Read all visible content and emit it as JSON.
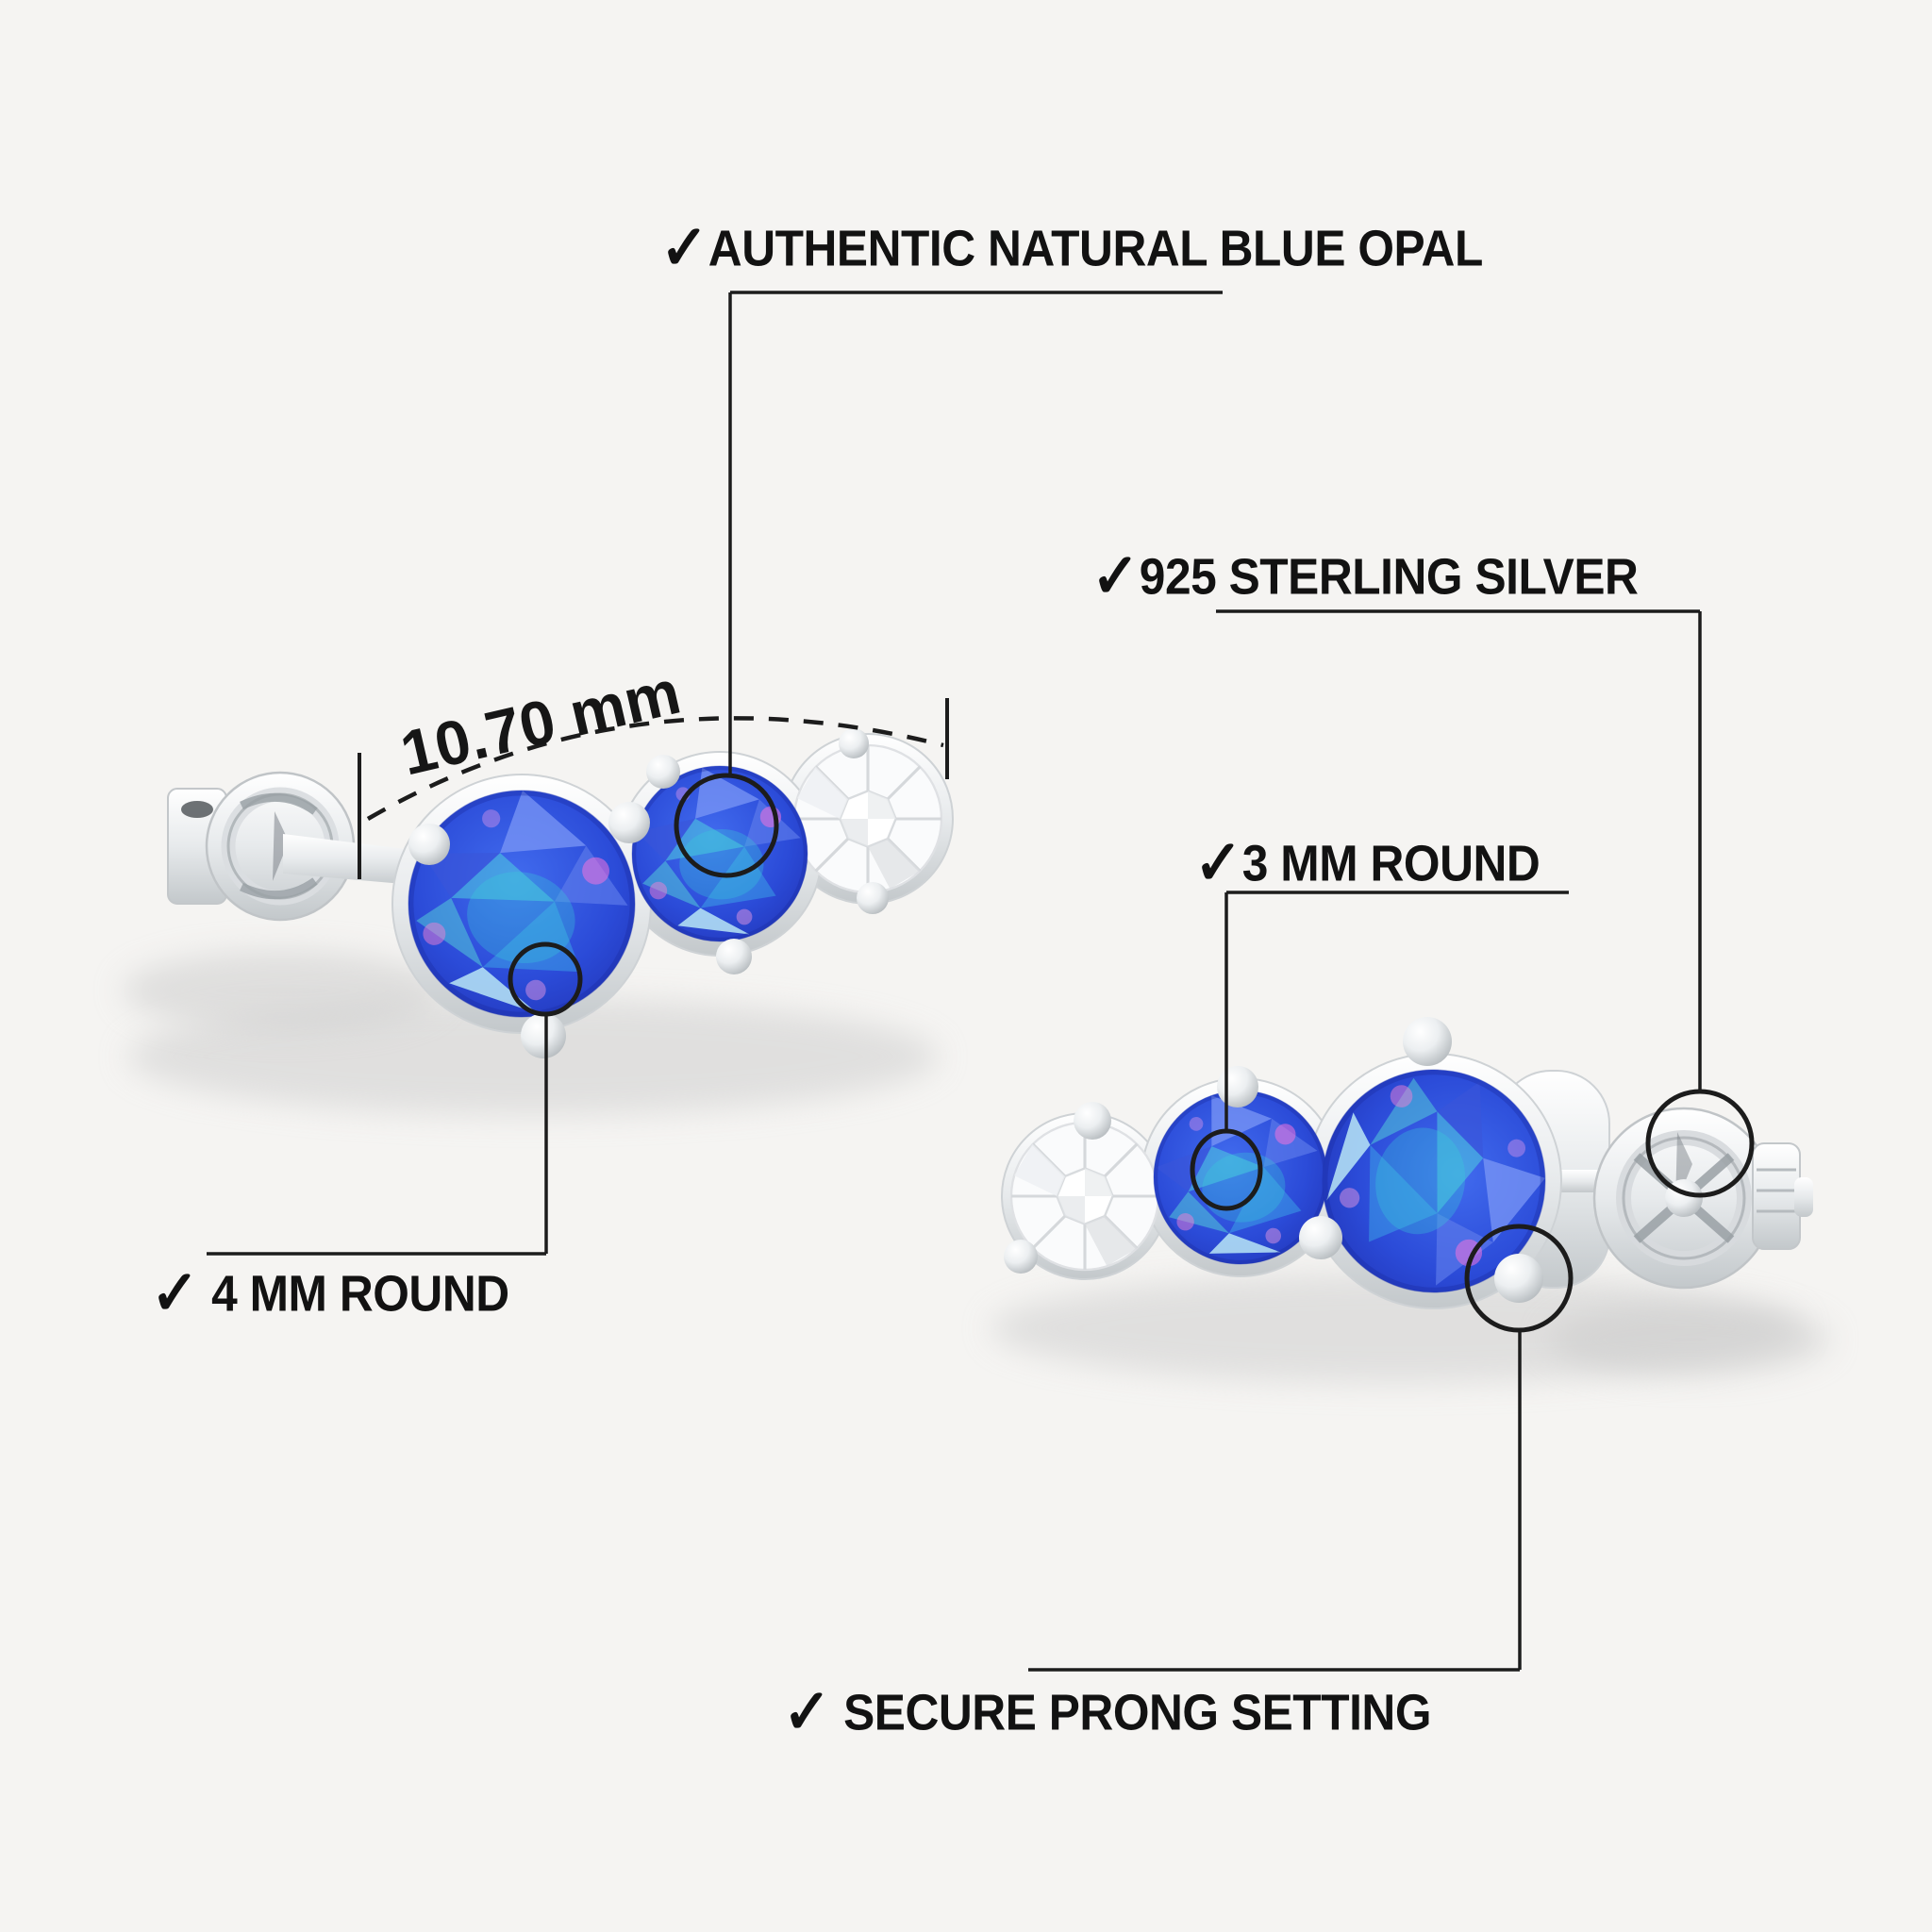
{
  "page": {
    "background": "#f5f4f2",
    "type": "product-infographic"
  },
  "callouts": {
    "authentic": {
      "check": "✓",
      "label": "AUTHENTIC NATURAL BLUE OPAL"
    },
    "sterling": {
      "check": "✓",
      "label": "925 STERLING SILVER"
    },
    "three_mm": {
      "check": "✓",
      "label": "3 MM ROUND"
    },
    "four_mm": {
      "check": "✓",
      "label": " 4 MM ROUND"
    },
    "prong": {
      "check": "✓",
      "label": " SECURE PRONG SETTING"
    }
  },
  "measurement": {
    "value": "10.70 mm"
  },
  "product": {
    "items": [
      "left stud earring (side view, clutch at left)",
      "right stud earring (side view, clutch at right)"
    ],
    "stones": [
      "white accent diamond",
      "3 mm round blue opal",
      "4 mm round blue opal"
    ]
  },
  "colors": {
    "annotation": "#1c1c1c",
    "opal_blue": "#2b4bd8",
    "opal_cyan": "#49d4dc",
    "opal_pink": "#f173dd",
    "silver_light": "#fdfdfd",
    "silver_mid": "#d9dcde",
    "silver_dark": "#b9bec2",
    "shadow": "#cccccc"
  }
}
